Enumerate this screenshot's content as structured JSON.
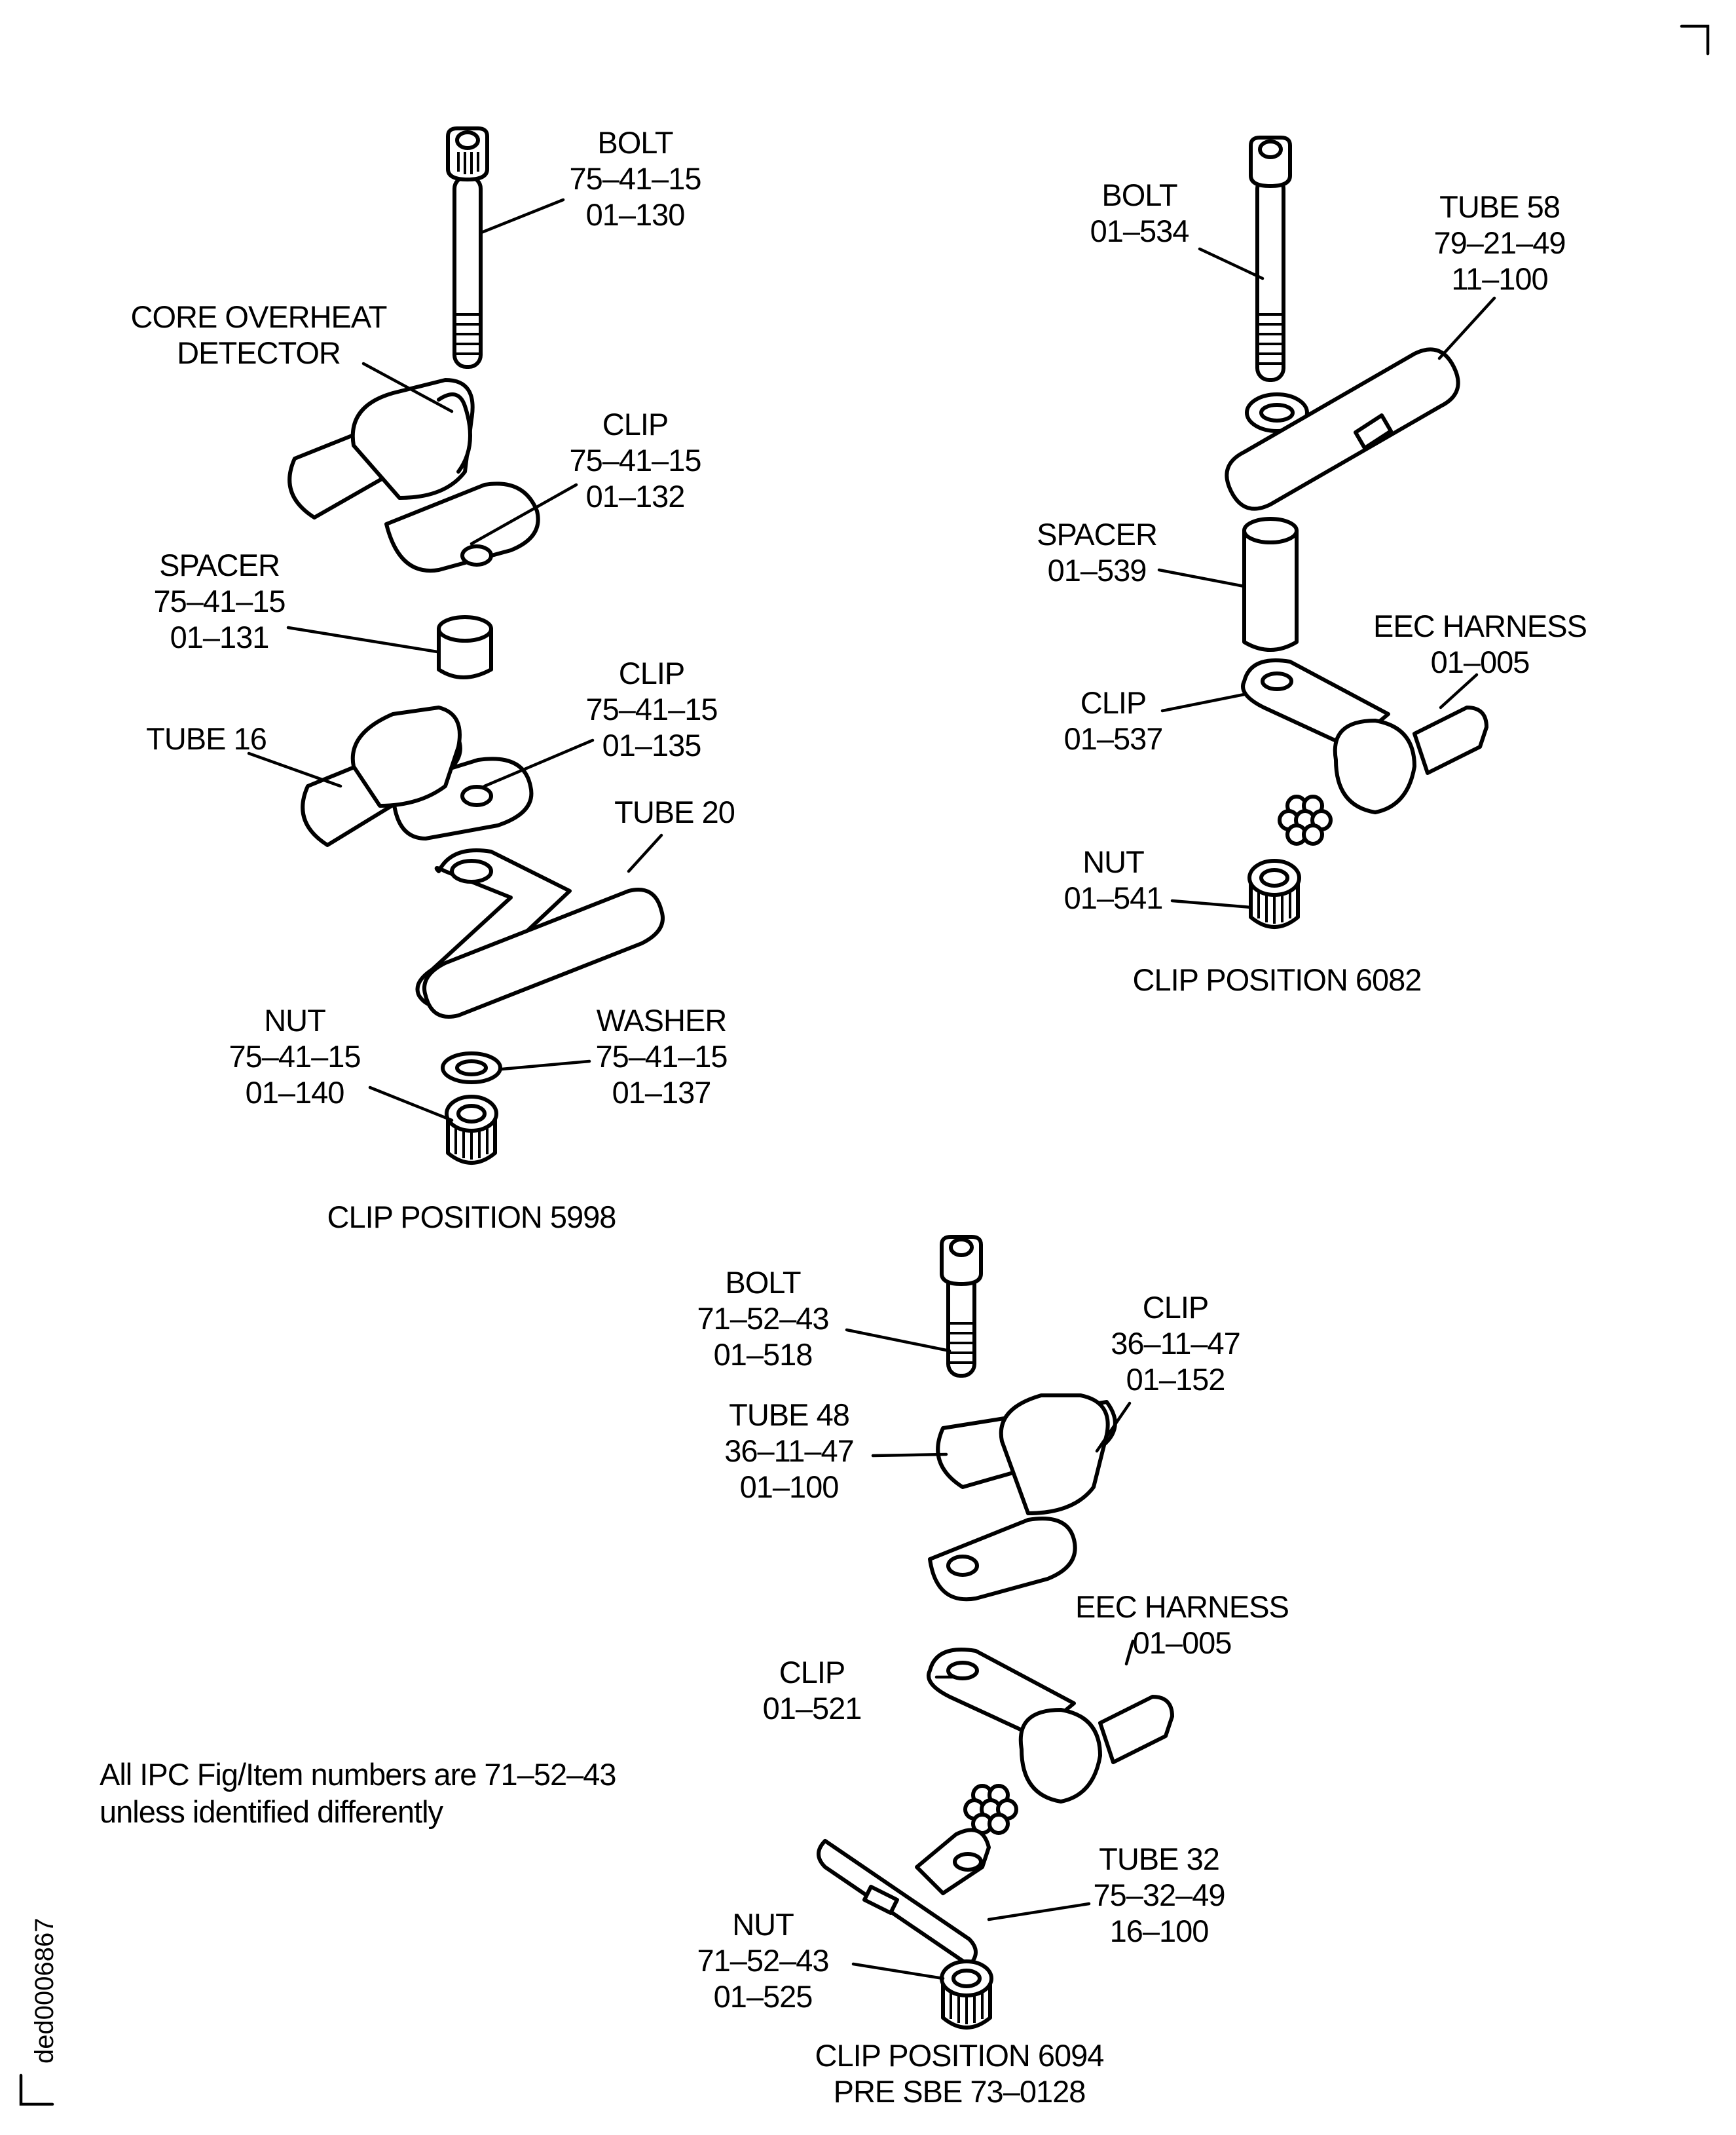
{
  "figure": {
    "document_id": "ded0006867",
    "note": [
      "All IPC Fig/Item numbers are 71–52–43",
      "unless identified differently"
    ],
    "clip_positions": [
      {
        "caption": [
          "CLIP POSITION 5998"
        ],
        "parts": [
          {
            "id": "bolt-5998",
            "lines": [
              "BOLT",
              "75–41–15",
              "01–130"
            ]
          },
          {
            "id": "core-overheat-detector",
            "lines": [
              "CORE OVERHEAT",
              "DETECTOR"
            ]
          },
          {
            "id": "clip-5998-a",
            "lines": [
              "CLIP",
              "75–41–15",
              "01–132"
            ]
          },
          {
            "id": "spacer-5998",
            "lines": [
              "SPACER",
              "75–41–15",
              "01–131"
            ]
          },
          {
            "id": "clip-5998-b",
            "lines": [
              "CLIP",
              "75–41–15",
              "01–135"
            ]
          },
          {
            "id": "tube-16",
            "lines": [
              "TUBE 16"
            ]
          },
          {
            "id": "tube-20",
            "lines": [
              "TUBE 20"
            ]
          },
          {
            "id": "nut-5998",
            "lines": [
              "NUT",
              "75–41–15",
              "01–140"
            ]
          },
          {
            "id": "washer-5998",
            "lines": [
              "WASHER",
              "75–41–15",
              "01–137"
            ]
          }
        ]
      },
      {
        "caption": [
          "CLIP POSITION 6082"
        ],
        "parts": [
          {
            "id": "bolt-6082",
            "lines": [
              "BOLT",
              "01–534"
            ]
          },
          {
            "id": "tube-58",
            "lines": [
              "TUBE 58",
              "79–21–49",
              "11–100"
            ]
          },
          {
            "id": "spacer-6082",
            "lines": [
              "SPACER",
              "01–539"
            ]
          },
          {
            "id": "eec-harness-6082",
            "lines": [
              "EEC HARNESS",
              "01–005"
            ]
          },
          {
            "id": "clip-6082",
            "lines": [
              "CLIP",
              "01–537"
            ]
          },
          {
            "id": "nut-6082",
            "lines": [
              "NUT",
              "01–541"
            ]
          }
        ]
      },
      {
        "caption": [
          "CLIP POSITION 6094",
          "PRE SBE 73–0128"
        ],
        "parts": [
          {
            "id": "bolt-6094",
            "lines": [
              "BOLT",
              "71–52–43",
              "01–518"
            ]
          },
          {
            "id": "clip-6094-a",
            "lines": [
              "CLIP",
              "36–11–47",
              "01–152"
            ]
          },
          {
            "id": "tube-48",
            "lines": [
              "TUBE 48",
              "36–11–47",
              "01–100"
            ]
          },
          {
            "id": "eec-harness-6094",
            "lines": [
              "EEC HARNESS",
              "01–005"
            ]
          },
          {
            "id": "clip-6094-b",
            "lines": [
              "CLIP",
              "01–521"
            ]
          },
          {
            "id": "tube-32",
            "lines": [
              "TUBE 32",
              "75–32–49",
              "16–100"
            ]
          },
          {
            "id": "nut-6094",
            "lines": [
              "NUT",
              "71–52–43",
              "01–525"
            ]
          }
        ]
      }
    ]
  }
}
